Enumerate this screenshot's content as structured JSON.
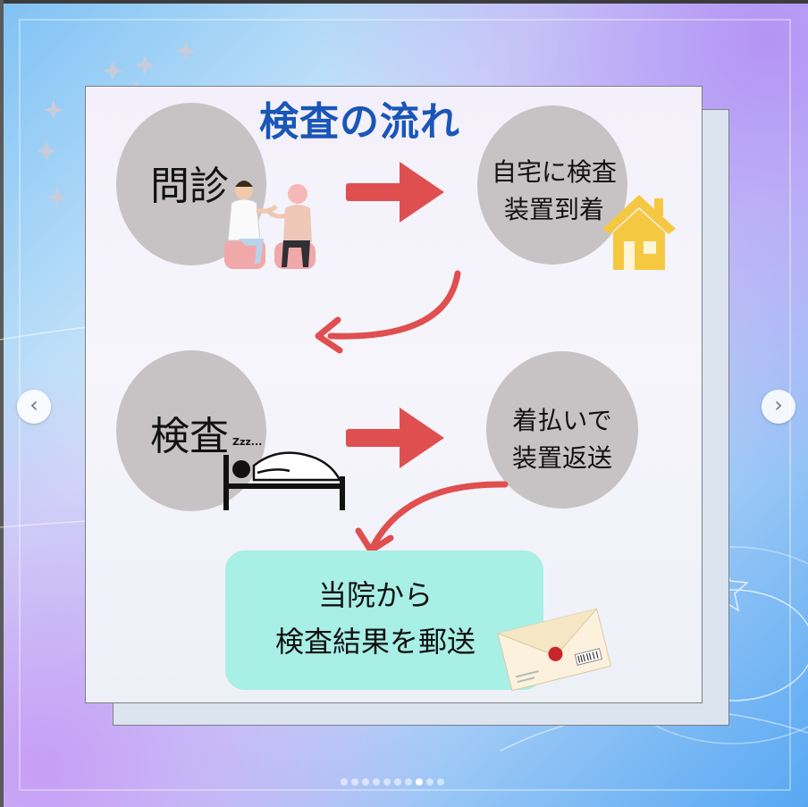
{
  "title": "検査の流れ",
  "steps": {
    "interview": "問診",
    "arrival": [
      "自宅に検査",
      "装置到着"
    ],
    "test": "検査",
    "return": [
      "着払いで",
      "装置返送"
    ],
    "result": [
      "当院から",
      "検査結果を郵送"
    ]
  },
  "zzz": "Zzz...",
  "carousel": {
    "prev_symbol": "‹",
    "next_symbol": "›",
    "total": 10,
    "active_index": 7
  },
  "colors": {
    "title": "#1a56b8",
    "arrow": "#e04f4f",
    "circle": "#c7c3c5",
    "result_box": "#a8efe6",
    "house": "#f5c842"
  }
}
